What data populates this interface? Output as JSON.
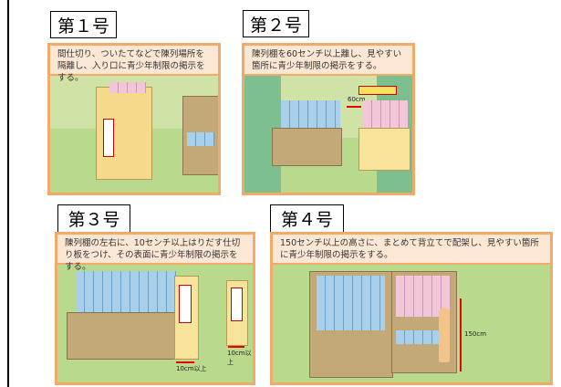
{
  "panels": [
    {
      "title": "第１号",
      "caption": "間仕切り、ついたてなどで陳列場所を隔離し、入り口に青少年制限の掲示をする。"
    },
    {
      "title": "第２号",
      "caption": "陳列棚を60センチ以上離し、見やすい箇所に青少年制限の掲示をする。",
      "measure": "60cm"
    },
    {
      "title": "第３号",
      "caption": "陳列棚の左右に、10センチ以上はりだす仕切り板をつけ、その表面に青少年制限の掲示をする。",
      "measure_left": "10cm以上",
      "measure_right": "10cm以上"
    },
    {
      "title": "第４号",
      "caption": "150センチ以上の高さに、まとめて背立てで配架し、見やすい箇所に青少年制限の掲示をする。",
      "measure": "150cm"
    }
  ],
  "colors": {
    "border": "#f1aa6a",
    "caption_bg": "#fbe7d4",
    "floor": "#b9d98c",
    "arrow": "#e00000"
  }
}
